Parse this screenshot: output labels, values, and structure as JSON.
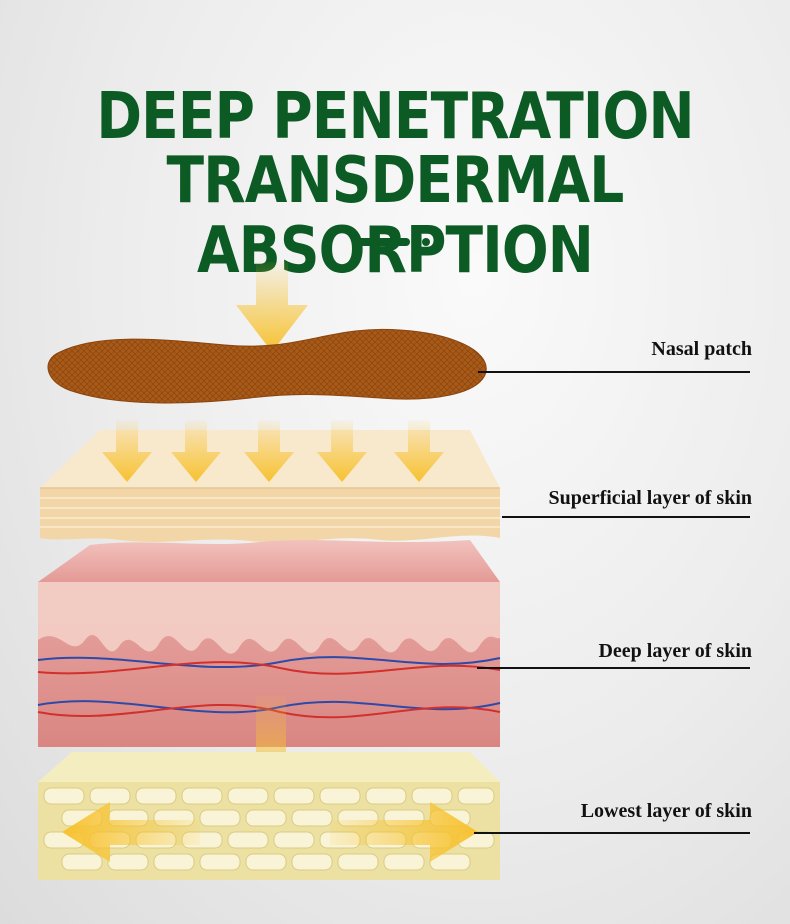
{
  "title": {
    "line1": "DEEP PENETRATION",
    "line2": "TRANSDERMAL ABSORPTION"
  },
  "labels": {
    "nasal_patch": "Nasal patch",
    "superficial": "Superficial layer of skin",
    "deep": "Deep layer of skin",
    "lowest": "Lowest layer of skin"
  },
  "colors": {
    "title_green": "#0d5b24",
    "arrow_yellow": "#f7c230",
    "patch_brown": "#a85a17",
    "superficial": "#f7e2bf",
    "deep_pink": "#e9a7a3",
    "fat_yellow": "#efe6a6"
  }
}
